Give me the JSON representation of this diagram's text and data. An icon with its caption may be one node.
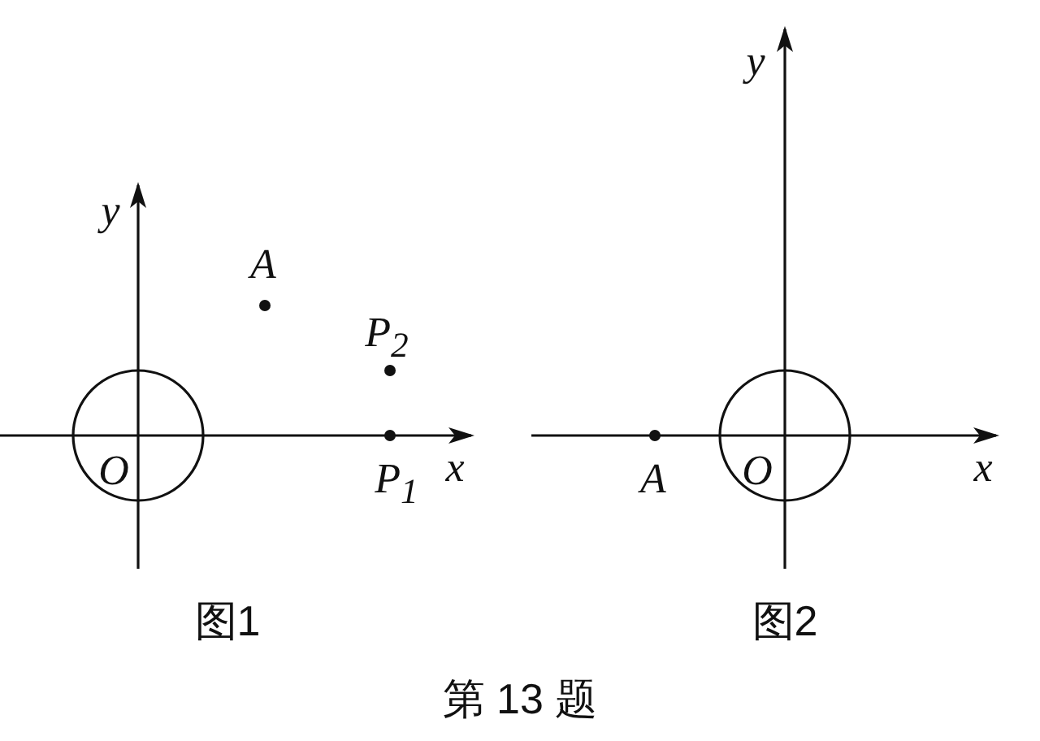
{
  "diagram": {
    "caption": "第 13 题",
    "labels": [
      "y",
      "A",
      "P$_{2}$",
      "O",
      "P$_{1}$",
      "x",
      "图1",
      "y",
      "x",
      "A",
      "O",
      "图2"
    ]
  }
}
